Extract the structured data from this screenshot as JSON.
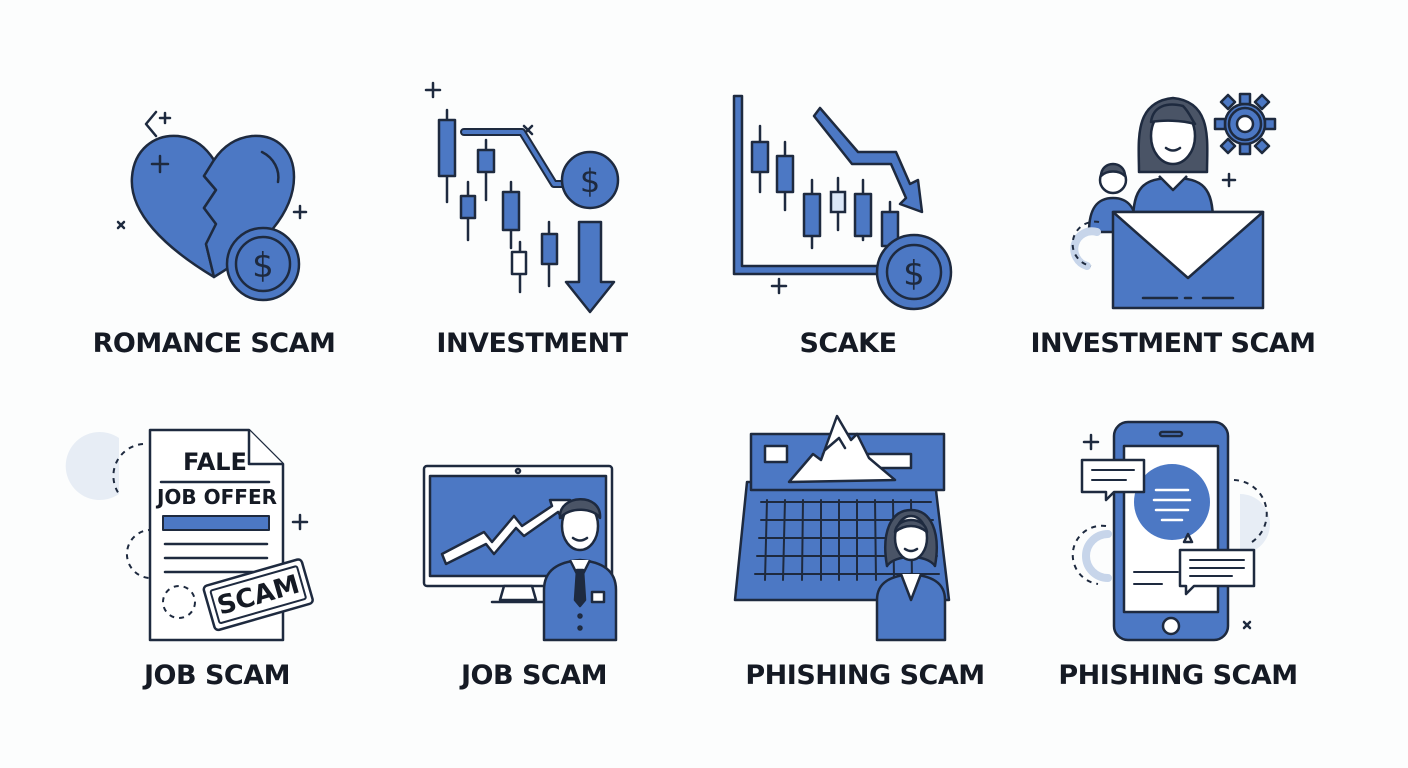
{
  "colors": {
    "accent": "#4c78c4",
    "outline": "#1e2a3f",
    "background": "#fcfdfd",
    "text": "#151a24"
  },
  "tiles": [
    {
      "label": "ROMANCE SCAM",
      "icon": "broken-heart-dollar-icon"
    },
    {
      "label": "INVESTMENT",
      "icon": "falling-candlestick-dollar-icon"
    },
    {
      "label": "SCAKE",
      "icon": "downtrend-chart-dollar-icon"
    },
    {
      "label": "INVESTMENT SCAM",
      "icon": "person-envelope-gear-icon"
    },
    {
      "label": "JOB SCAM",
      "icon": "fake-job-offer-document-icon",
      "doc_title": "FALE",
      "doc_subtitle": "JOB OFFER",
      "stamp": "SCAM"
    },
    {
      "label": "JOB SCAM",
      "icon": "monitor-rising-chart-man-icon"
    },
    {
      "label": "PHISHING SCAM",
      "icon": "calendar-mountain-woman-icon"
    },
    {
      "label": "PHISHING SCAM",
      "icon": "smartphone-chat-bubbles-icon"
    }
  ]
}
